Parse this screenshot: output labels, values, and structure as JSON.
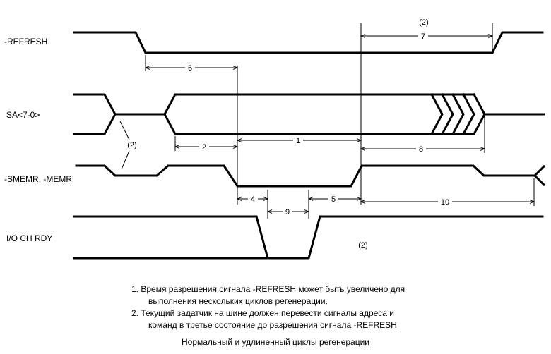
{
  "signals": {
    "refresh": "-REFRESH",
    "sa": "SA<7-0>",
    "smemr": "-SMEMR, -MEMR",
    "iochrdy": "I/O CH RDY"
  },
  "markers": {
    "note2_a": "(2)",
    "note2_b": "(2)",
    "note2_c": "(2)"
  },
  "intervals": {
    "t1": "1",
    "t2": "2",
    "t4": "4",
    "t5": "5",
    "t6": "6",
    "t7": "7",
    "t8": "8",
    "t9": "9",
    "t10": "10"
  },
  "notes": {
    "n1_line1": "1.  Время разрешения сигнала -REFRESH может быть увеличено для",
    "n1_line2": "выполнения нескольких циклов регенерации.",
    "n2_line1": "2.  Текущий задатчик на шине должен перевести сигналы адреса и",
    "n2_line2": "команд в третье состояние до разрешения сигнала -REFRESH"
  },
  "caption": "Нормальный и удлиненный циклы регенерации"
}
